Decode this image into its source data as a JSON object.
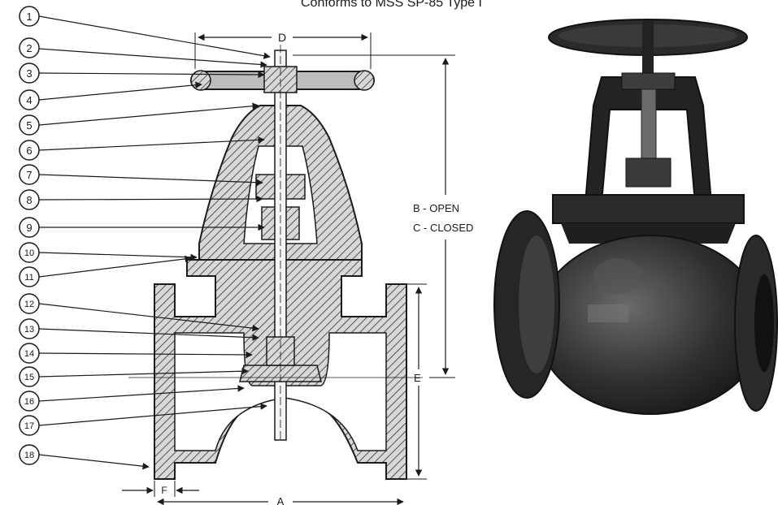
{
  "header": {
    "text": "Conforms to MSS SP-85 Type I"
  },
  "callouts": [
    "1",
    "2",
    "3",
    "4",
    "5",
    "6",
    "7",
    "8",
    "9",
    "10",
    "11",
    "12",
    "13",
    "14",
    "15",
    "16",
    "17",
    "18"
  ],
  "dimensions": {
    "a": "A",
    "b_open": "B - OPEN",
    "c_closed": "C - CLOSED",
    "d": "D",
    "e": "E",
    "f": "F"
  },
  "colors": {
    "ink": "#1b1b1b",
    "metal_dark": "#2b2b2b",
    "metal_mid": "#4a4a4a"
  }
}
